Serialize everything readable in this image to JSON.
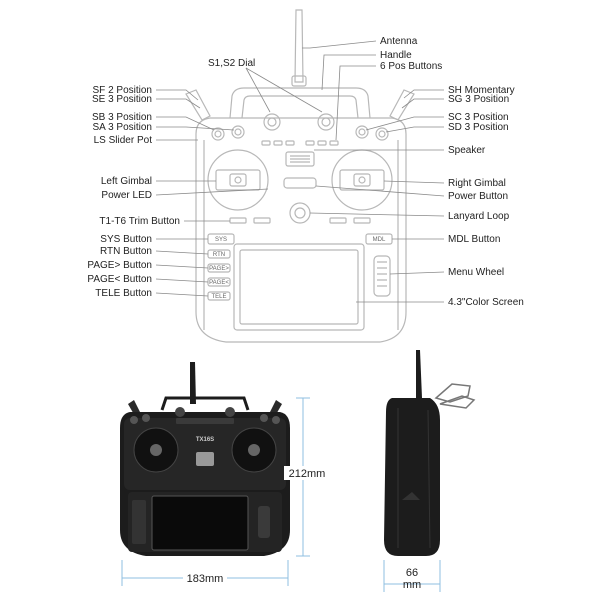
{
  "colors": {
    "outline": "#b8b8b8",
    "leader": "#8a8a8a",
    "body_dark": "#1c1c1c",
    "dimension": "#8fbfe0"
  },
  "labels_left": [
    "SF 2 Position",
    "SE 3 Position",
    "SB 3 Position",
    "SA 3 Position",
    "LS Slider Pot",
    "Left Gimbal",
    "Power LED",
    "T1-T6 Trim Button",
    "SYS Button",
    "RTN Button",
    "PAGE> Button",
    "PAGE< Button",
    "TELE Button"
  ],
  "labels_right": [
    "Antenna",
    "Handle",
    "6 Pos Buttons",
    "SH Momentary",
    "SG 3 Position",
    "SC 3 Position",
    "SD 3 Position",
    "Speaker",
    "Right Gimbal",
    "Power Button",
    "Lanyard Loop",
    "MDL Button",
    "Menu Wheel",
    "4.3\"Color Screen"
  ],
  "label_top": "S1,S2 Dial",
  "silkscreen": {
    "sys": "SYS",
    "mdl": "MDL",
    "rtn": "RTN",
    "page_next": "PAGE>",
    "page_prev": "PAGE<",
    "tele": "TELE",
    "model": "TX16S"
  },
  "dimensions": {
    "height": "212mm",
    "width": "183mm",
    "depth_value": "66",
    "depth_unit": "mm"
  }
}
